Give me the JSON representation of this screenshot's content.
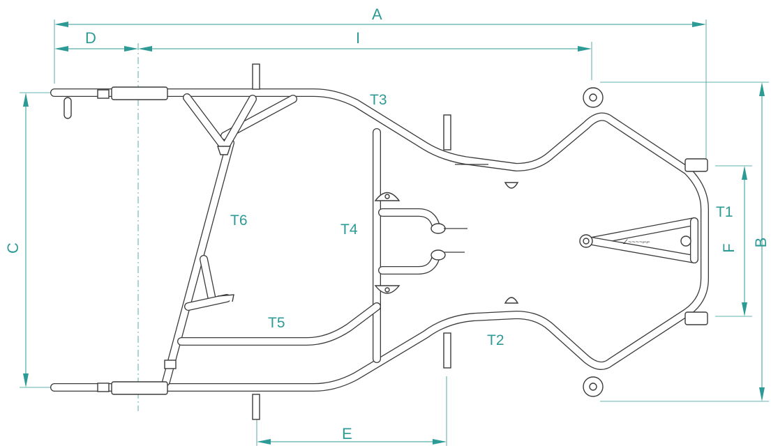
{
  "diagram": {
    "dimension_labels": {
      "A": "A",
      "B": "B",
      "C": "C",
      "D": "D",
      "E": "E",
      "F": "F",
      "I": "I"
    },
    "tube_labels": {
      "T1": "T1",
      "T2": "T2",
      "T3": "T3",
      "T4": "T4",
      "T5": "T5",
      "T6": "T6"
    },
    "colors": {
      "dimension": "#2e9a96",
      "frame": "#3a3a3a"
    }
  }
}
